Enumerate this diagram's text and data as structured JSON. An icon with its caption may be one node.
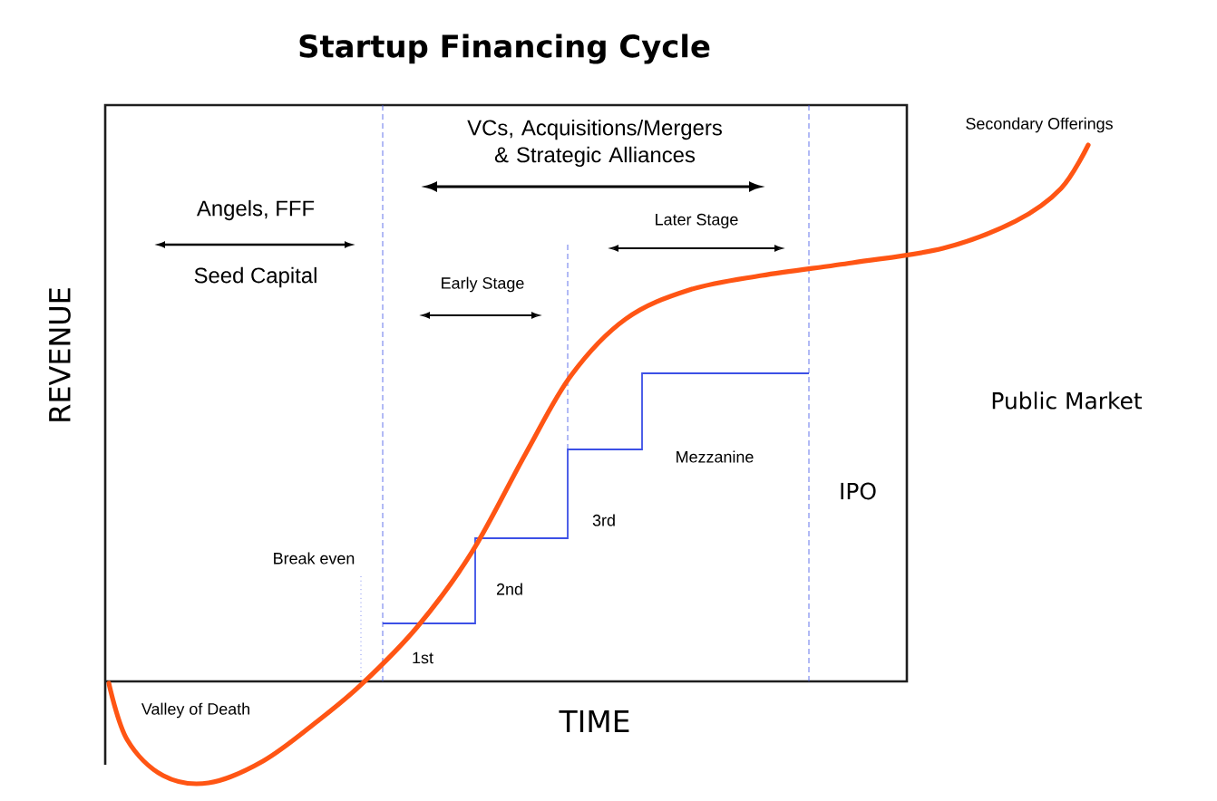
{
  "diagram": {
    "title": "Startup Financing Cycle",
    "labels": [
      "Secondary Offerings",
      "VCs, Acquisitions/Mergers & Strategic Alliances",
      "Later Stage",
      "Angels, FFF",
      "Seed Capital",
      "Early Stage",
      "REVENUE",
      "Public Market",
      "Mezzanine",
      "IPO",
      "3rd",
      "Break even",
      "2nd",
      "1st",
      "Valley of Death",
      "TIME"
    ]
  }
}
